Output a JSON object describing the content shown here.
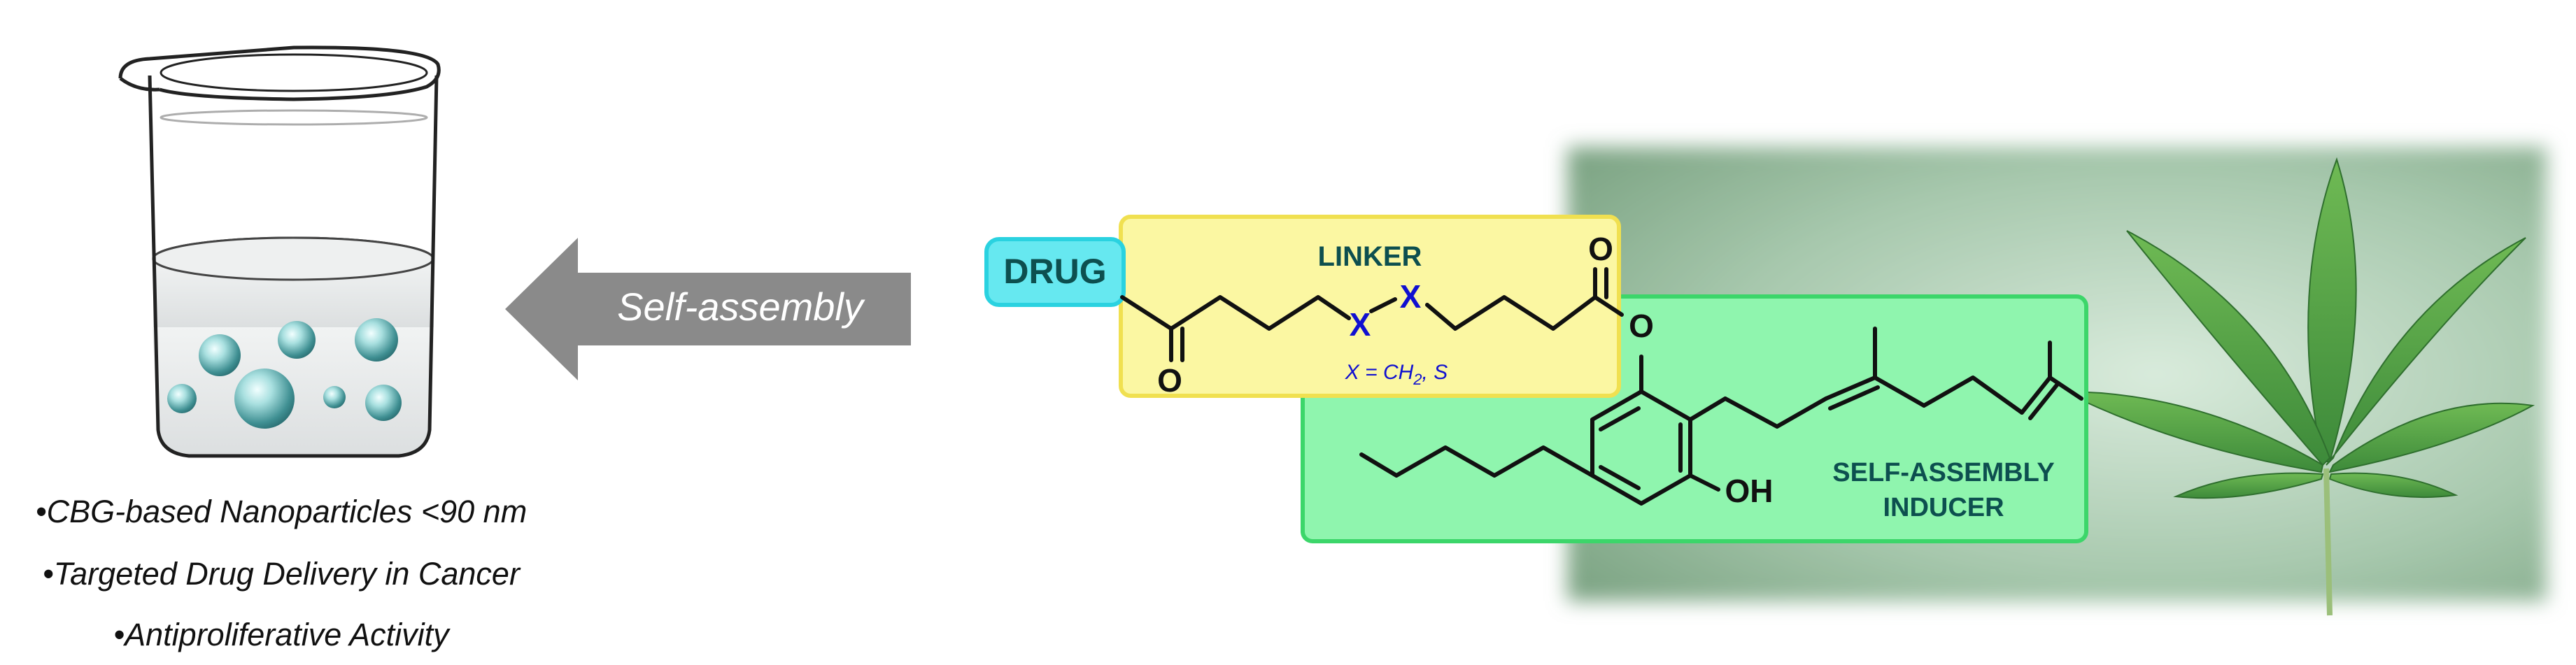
{
  "arrow": {
    "label": "Self-assembly"
  },
  "boxes": {
    "drug": "DRUG",
    "linker": "LINKER",
    "linker_note_prefix": "X = CH",
    "linker_note_sub": "2",
    "linker_note_suffix": ", S",
    "inducer_line1": "SELF-ASSEMBLY",
    "inducer_line2": "INDUCER"
  },
  "atoms": {
    "x": "X",
    "o": "O",
    "oh": "OH"
  },
  "bullets": [
    "•CBG-based Nanoparticles <90 nm",
    "•Targeted Drug Delivery in Cancer",
    "•Antiproliferative Activity"
  ],
  "colors": {
    "drug_box": "#66e8f0",
    "linker_box": "#fbf7a2",
    "inducer_box": "#8ff5ae",
    "atom_x": "#1010d0",
    "label_text": "#0d4f4f",
    "arrow": "#8a8a8a",
    "particle": "#7fc8c8"
  }
}
